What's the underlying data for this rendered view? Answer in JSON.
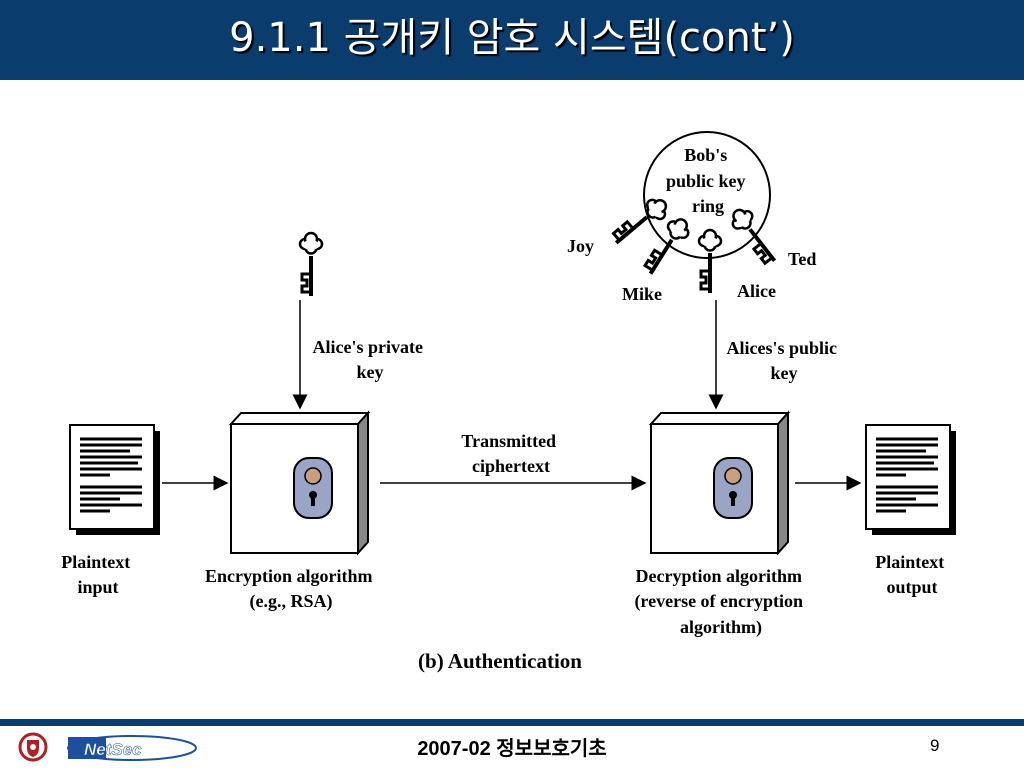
{
  "slide": {
    "title": "9.1.1 공개키 암호 시스템(cont’)",
    "footer": "2007-02 정보보호기초",
    "page_number": "9"
  },
  "diagram": {
    "ring_label": [
      "Bob's",
      "public key",
      "ring"
    ],
    "ring_keys": [
      "Joy",
      "Mike",
      "Alice",
      "Ted"
    ],
    "private_key_label": [
      "Alice's private",
      "key"
    ],
    "public_key_label": [
      "Alices's public",
      "key"
    ],
    "transmitted_label": [
      "Transmitted",
      "ciphertext"
    ],
    "plaintext_input_label": [
      "Plaintext",
      "input"
    ],
    "plaintext_output_label": [
      "Plaintext",
      "output"
    ],
    "encryption_label": [
      "Encryption algorithm",
      "(e.g., RSA)"
    ],
    "decryption_label": [
      "Decryption algorithm",
      "(reverse of encryption",
      "algorithm)"
    ],
    "caption": "(b) Authentication"
  },
  "colors": {
    "title_bar": "#0b3c6e",
    "lock_plate": "#9aa4c4",
    "lock_knob": "#c8a080"
  },
  "logos": {
    "netsec_text": "NetSec"
  }
}
